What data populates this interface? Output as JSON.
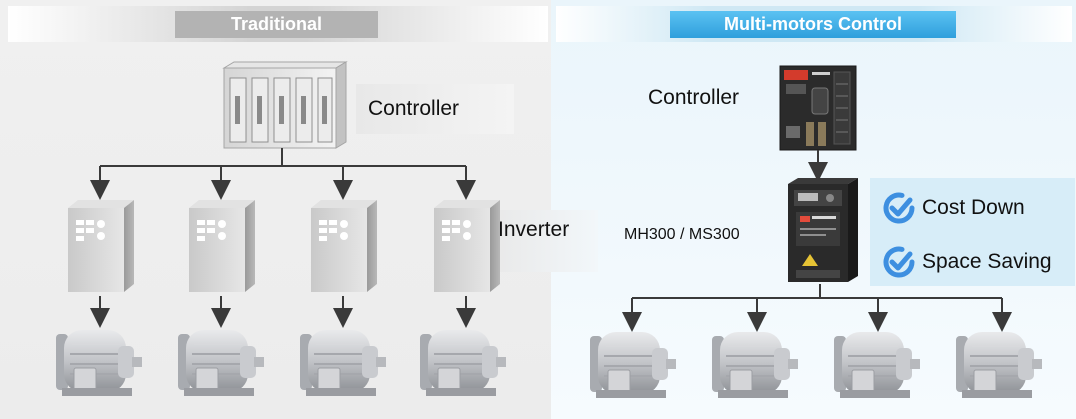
{
  "traditional": {
    "title": "Traditional",
    "controller_label": "Controller",
    "inverter_label": "Inverter"
  },
  "multi_motor": {
    "title": "Multi-motors Control",
    "controller_label": "Controller",
    "drive_label": "MH300 / MS300",
    "benefits": [
      "Cost Down",
      "Space Saving"
    ]
  },
  "colors": {
    "accent": "#2f9fdc",
    "check_icon": "#3d8fe0",
    "connector": "#3a3a3a"
  },
  "icons": [
    "plc-controller-icon",
    "inverter-icon",
    "motor-icon",
    "check-badge-icon",
    "arrow-down-icon"
  ]
}
